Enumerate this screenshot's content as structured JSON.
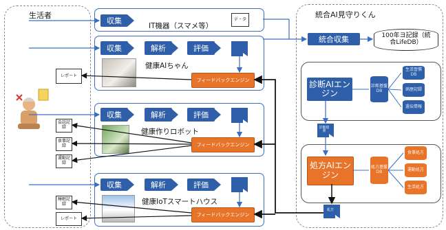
{
  "regions": {
    "left_title": "生活者",
    "right_title": "統合AI見守りくん"
  },
  "rows": {
    "row1": {
      "collect": "収集",
      "label": "IT機器（スマメ等）",
      "doc": "デ・タ"
    },
    "row2": {
      "collect": "収集",
      "analyze": "解析",
      "evaluate": "評価",
      "label": "健康AIちゃん",
      "feedback": "フィードバックエンジン"
    },
    "row3": {
      "collect": "収集",
      "analyze": "解析",
      "evaluate": "評価",
      "label": "健康作りロボット",
      "feedback": "フィードバックエンジン"
    },
    "row4": {
      "collect": "収集",
      "analyze": "解析",
      "evaluate": "評価",
      "label": "健康IoTスマートハウス",
      "feedback": "フィードバックエンジン"
    }
  },
  "left_docs": {
    "doc_row2": "レポート",
    "doc_row3_a": "会話記録",
    "doc_row3_b": "食事記録",
    "doc_row3_c": "運動記録",
    "doc_row4_a": "睡眠記録",
    "doc_row4_b": "レポート"
  },
  "right": {
    "integrated_collect": "統合収集",
    "db_main": "100年ヨ記録（統合LifeDB）",
    "diag_engine": "診断AIエンジン",
    "diag_db": "診断基盤DB",
    "diag_dbs": [
      "生活習慣DB",
      "病歴記録",
      "遺伝情報"
    ],
    "diag_result": "診断結果",
    "presc_engine": "処方AIエンジン",
    "presc_db": "処方基盤DB",
    "presc_dbs": [
      "食事処方",
      "運動処方",
      "生活処方"
    ],
    "presc_doc": "処方"
  },
  "colors": {
    "blue": "#2e5fa8",
    "orange": "#e8742a",
    "border_blue": "#3a6fc4"
  }
}
